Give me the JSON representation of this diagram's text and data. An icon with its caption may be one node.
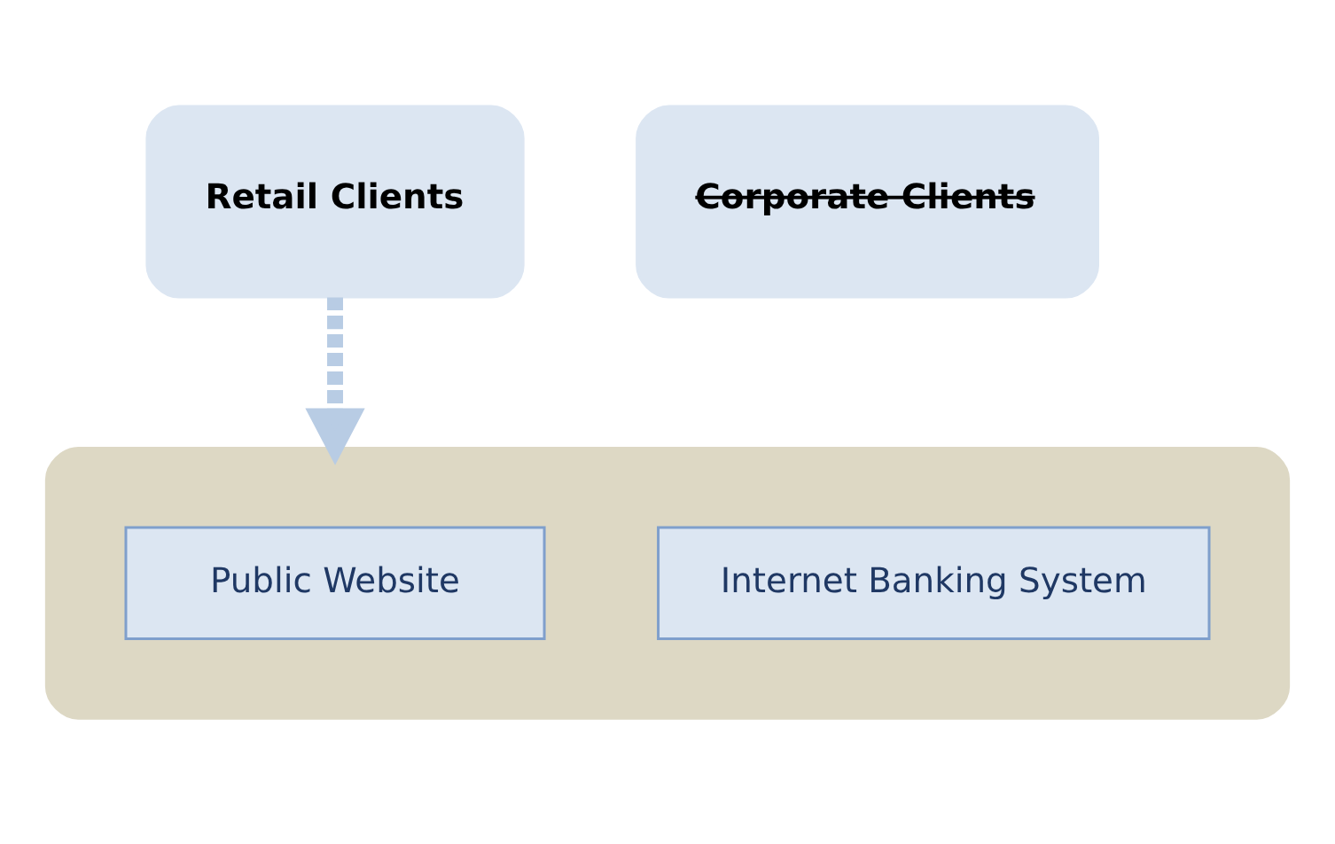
{
  "diagram": {
    "nodes": [
      {
        "text": [
          "Retail Clients"
        ]
      },
      {
        "text": [
          "Corporate Clients"
        ]
      },
      {
        "text": [],
        "shape": "box"
      },
      {
        "text": [
          "Public Website"
        ],
        "in": 2
      },
      {
        "text": [
          "Internet Banking System"
        ],
        "in": 2
      }
    ],
    "edges": [
      {
        "from": 0,
        "to": 2,
        "arrow": "to",
        "style": "dashed"
      }
    ]
  }
}
